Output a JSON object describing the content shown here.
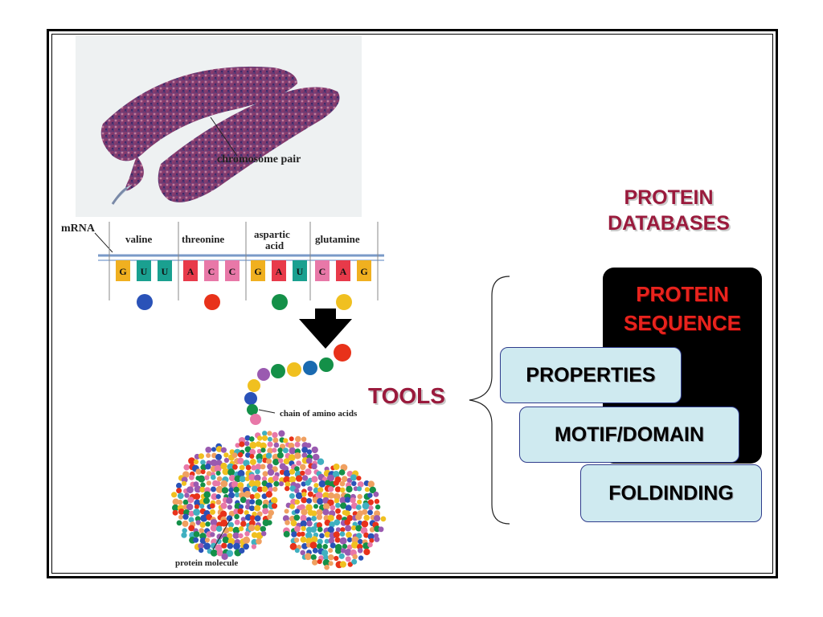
{
  "diagram": {
    "images": {
      "chromosome_label": "chromosome pair",
      "mrna_label": "mRNA",
      "codons": [
        {
          "amino_acid": "valine",
          "bases": [
            "G",
            "U",
            "U"
          ],
          "color": "#2a52b8"
        },
        {
          "amino_acid": "threonine",
          "bases": [
            "A",
            "C",
            "C"
          ],
          "color": "#e8321a"
        },
        {
          "amino_acid": "aspartic acid",
          "bases": [
            "G",
            "A",
            "U"
          ],
          "color": "#149048"
        },
        {
          "amino_acid": "glutamine",
          "bases": [
            "C",
            "A",
            "G"
          ],
          "color": "#f0c020"
        }
      ],
      "chain_label": "chain of amino acids",
      "protein_label": "protein molecule"
    },
    "title": "PROTEIN DATABASES",
    "sequence_label": "PROTEIN SEQUENCE",
    "tools_label": "TOOLS",
    "tool_boxes": [
      "PROPERTIES",
      "MOTIF/DOMAIN",
      "FOLDINDING"
    ],
    "colors": {
      "title": "#9a1a3c",
      "sequence": "#e8231d",
      "box_fill": "#cfeaf0",
      "box_border": "#2f3c8c",
      "panel": "#000000"
    }
  }
}
